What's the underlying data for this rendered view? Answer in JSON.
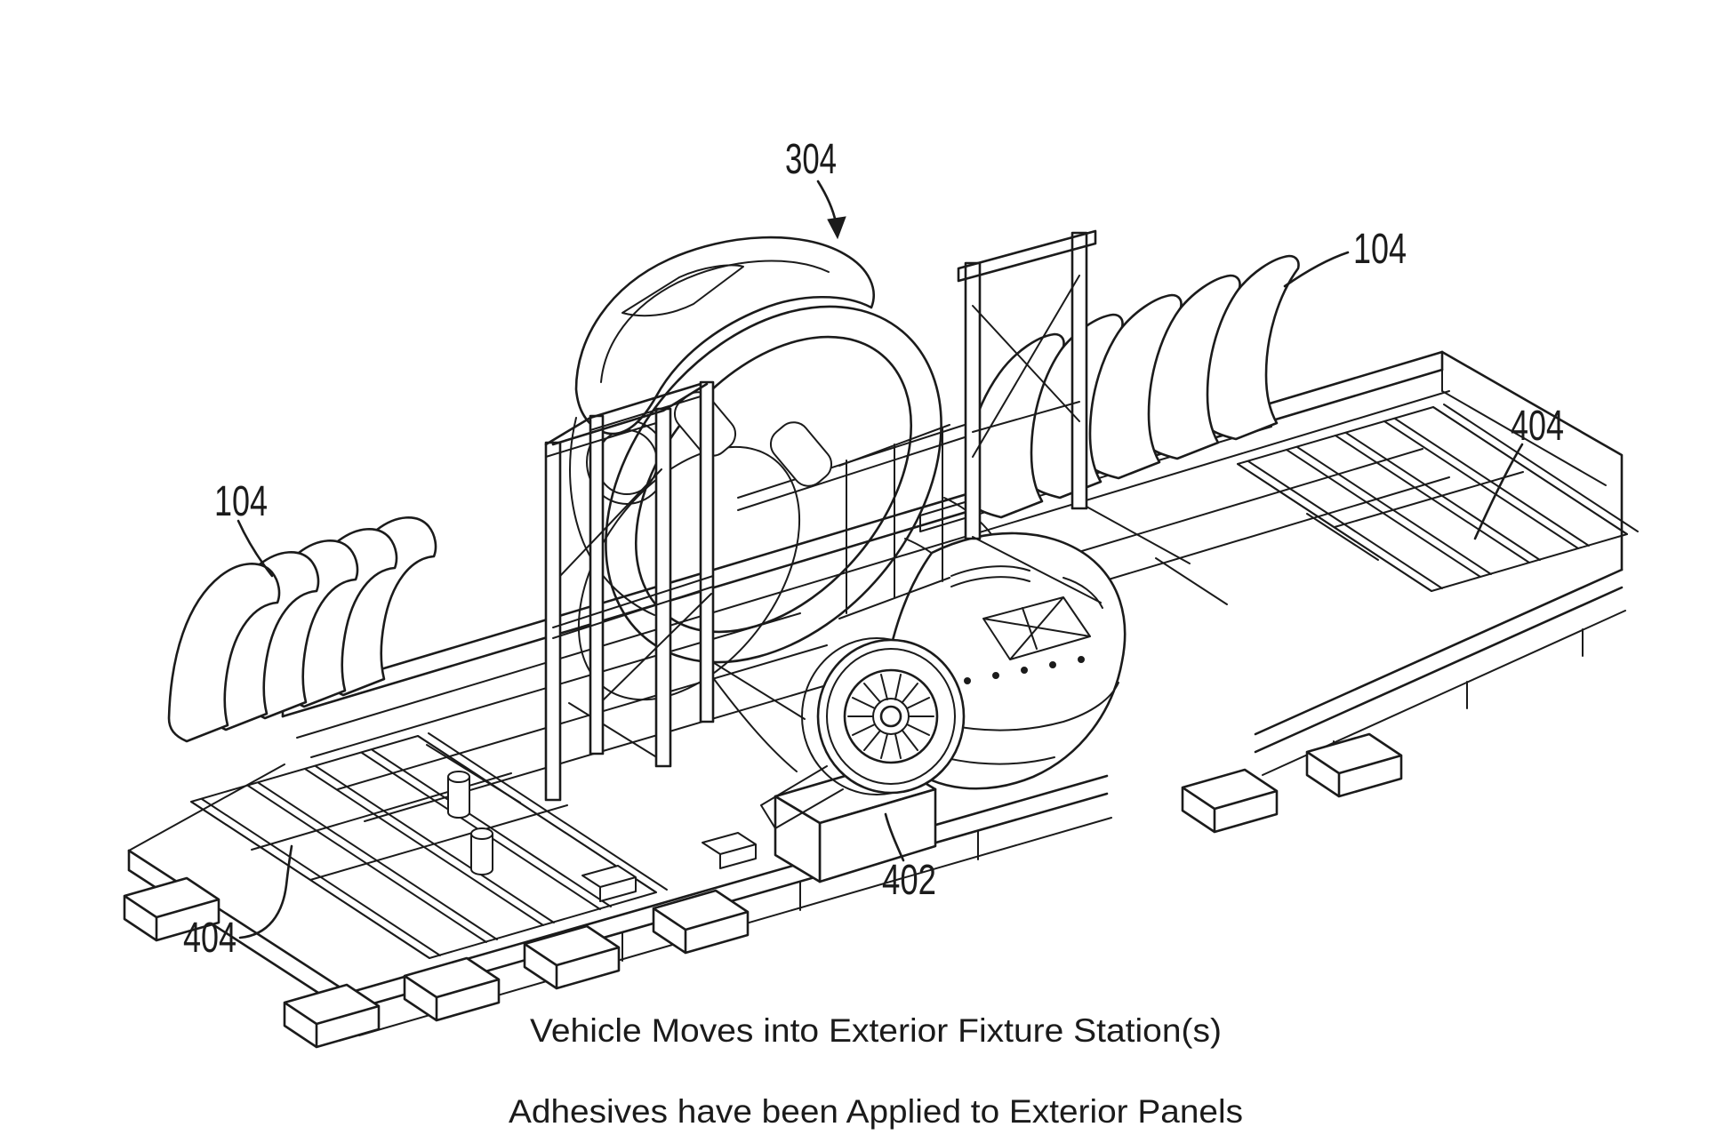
{
  "figure": {
    "type": "patent-line-drawing",
    "background": "#ffffff",
    "ink": "#1b1b1b",
    "labels": {
      "ref_304": "304",
      "ref_104_right": "104",
      "ref_104_left": "104",
      "ref_404_right": "404",
      "ref_404_left": "404",
      "ref_402": "402"
    },
    "captions": {
      "line1": "Vehicle Moves into Exterior Fixture Station(s)",
      "line2": "Adhesives have been Applied to Exterior Panels"
    }
  }
}
